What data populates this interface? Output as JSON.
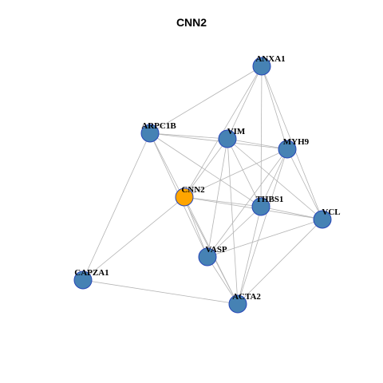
{
  "title": "CNN2",
  "colors": {
    "default_node": "#4682b4",
    "highlight_node": "#ffa500",
    "node_border": "#2746b8",
    "edge": "#b4b4b4"
  },
  "nodes": [
    {
      "id": "ANXA1",
      "label": "ANXA1",
      "highlight": false
    },
    {
      "id": "ARPC1B",
      "label": "ARPC1B",
      "highlight": false
    },
    {
      "id": "VIM",
      "label": "VIM",
      "highlight": false
    },
    {
      "id": "MYH9",
      "label": "MYH9",
      "highlight": false
    },
    {
      "id": "CNN2",
      "label": "CNN2",
      "highlight": true
    },
    {
      "id": "THBS1",
      "label": "THBS1",
      "highlight": false
    },
    {
      "id": "VCL",
      "label": "VCL",
      "highlight": false
    },
    {
      "id": "VASP",
      "label": "VASP",
      "highlight": false
    },
    {
      "id": "CAPZA1",
      "label": "CAPZA1",
      "highlight": false
    },
    {
      "id": "ACTA2",
      "label": "ACTA2",
      "highlight": false
    }
  ],
  "edges": [
    [
      "ANXA1",
      "ARPC1B"
    ],
    [
      "ANXA1",
      "VIM"
    ],
    [
      "ANXA1",
      "MYH9"
    ],
    [
      "ANXA1",
      "THBS1"
    ],
    [
      "ANXA1",
      "VCL"
    ],
    [
      "ANXA1",
      "CNN2"
    ],
    [
      "ARPC1B",
      "VIM"
    ],
    [
      "ARPC1B",
      "MYH9"
    ],
    [
      "ARPC1B",
      "THBS1"
    ],
    [
      "ARPC1B",
      "VASP"
    ],
    [
      "ARPC1B",
      "ACTA2"
    ],
    [
      "ARPC1B",
      "CAPZA1"
    ],
    [
      "VIM",
      "MYH9"
    ],
    [
      "VIM",
      "CNN2"
    ],
    [
      "VIM",
      "THBS1"
    ],
    [
      "VIM",
      "VCL"
    ],
    [
      "VIM",
      "VASP"
    ],
    [
      "VIM",
      "ACTA2"
    ],
    [
      "MYH9",
      "CNN2"
    ],
    [
      "MYH9",
      "THBS1"
    ],
    [
      "MYH9",
      "VCL"
    ],
    [
      "MYH9",
      "VASP"
    ],
    [
      "MYH9",
      "ACTA2"
    ],
    [
      "CNN2",
      "THBS1"
    ],
    [
      "CNN2",
      "VCL"
    ],
    [
      "CNN2",
      "VASP"
    ],
    [
      "CNN2",
      "ACTA2"
    ],
    [
      "CNN2",
      "CAPZA1"
    ],
    [
      "THBS1",
      "VCL"
    ],
    [
      "THBS1",
      "VASP"
    ],
    [
      "THBS1",
      "ACTA2"
    ],
    [
      "VCL",
      "VASP"
    ],
    [
      "VCL",
      "ACTA2"
    ],
    [
      "VASP",
      "ACTA2"
    ],
    [
      "CAPZA1",
      "ACTA2"
    ]
  ]
}
